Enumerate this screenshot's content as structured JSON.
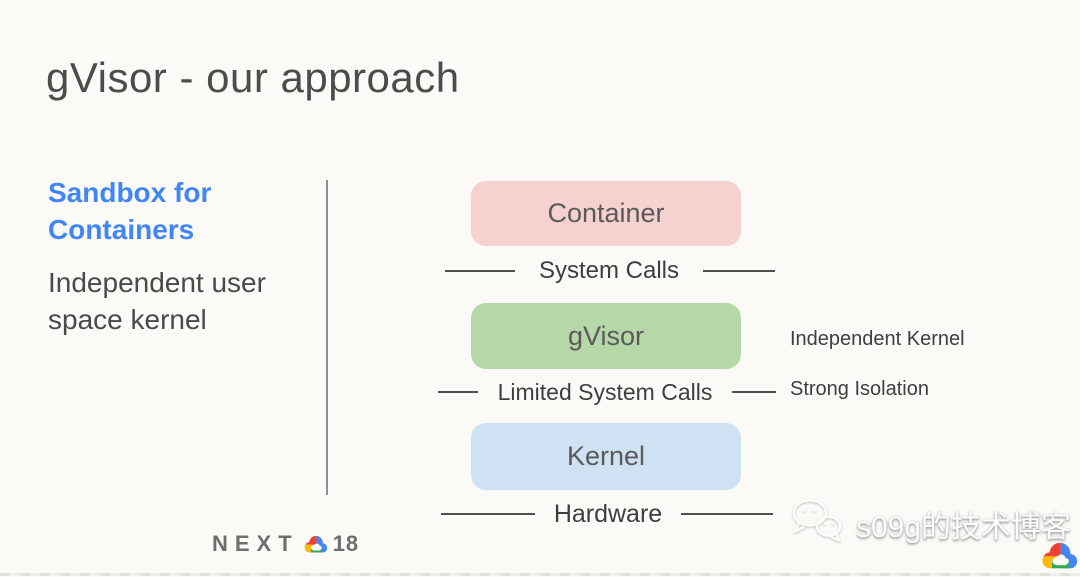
{
  "slide": {
    "title": "gVisor - our approach",
    "background_color": "#fbfaf7"
  },
  "sidebar": {
    "heading_line1": "Sandbox for",
    "heading_line2": "Containers",
    "heading_color": "#4285f4",
    "body_line1": "Independent user",
    "body_line2": "space kernel"
  },
  "diagram": {
    "layers": [
      {
        "label": "Container",
        "color": "#f5d2d0"
      },
      {
        "label": "gVisor",
        "color": "#b6d7a8"
      },
      {
        "label": "Kernel",
        "color": "#cfe2f3"
      }
    ],
    "connectors": [
      {
        "label": "System Calls"
      },
      {
        "label": "Limited System Calls"
      },
      {
        "label": "Hardware"
      }
    ],
    "annotations": [
      {
        "label": "Independent Kernel"
      },
      {
        "label": "Strong Isolation"
      }
    ]
  },
  "footer": {
    "logo_text": "NEXT",
    "logo_year": "18",
    "logo_cloud_icon": "google-cloud-logo",
    "logo_colors": {
      "blue": "#4285F4",
      "red": "#EA4335",
      "yellow": "#FBBC05",
      "green": "#34A853"
    }
  },
  "watermark": {
    "icon": "wechat-icon",
    "text": "s09g的技术博客"
  }
}
